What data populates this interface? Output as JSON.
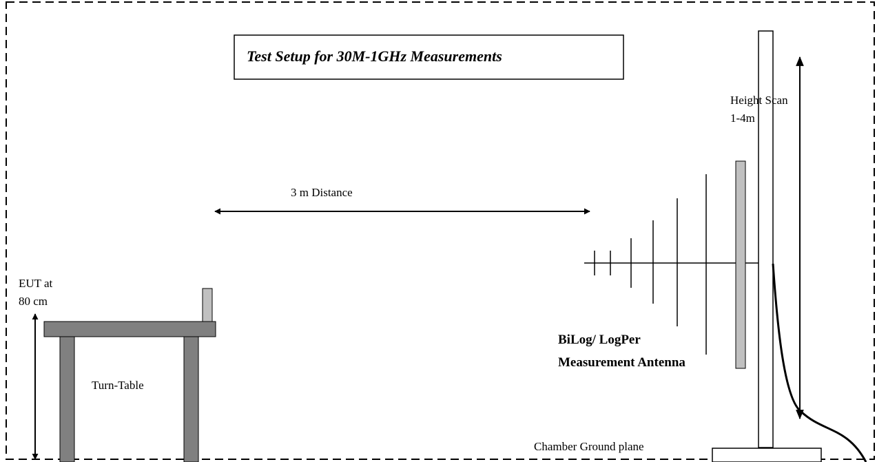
{
  "title": "Test Setup for 30M-1GHz Measurements",
  "labels": {
    "distance": "3 m Distance",
    "height_scan_line1": "Height Scan",
    "height_scan_line2": "1-4m",
    "eut_line1": "EUT at",
    "eut_line2": "80 cm",
    "turn_table": "Turn-Table",
    "antenna_line1": "BiLog/ LogPer",
    "antenna_line2": "Measurement Antenna",
    "ground_plane": "Chamber Ground plane"
  },
  "colors": {
    "stroke": "#000000",
    "table": "#808080",
    "antenna_reflector": "#c0c0c0",
    "background": "#ffffff"
  }
}
